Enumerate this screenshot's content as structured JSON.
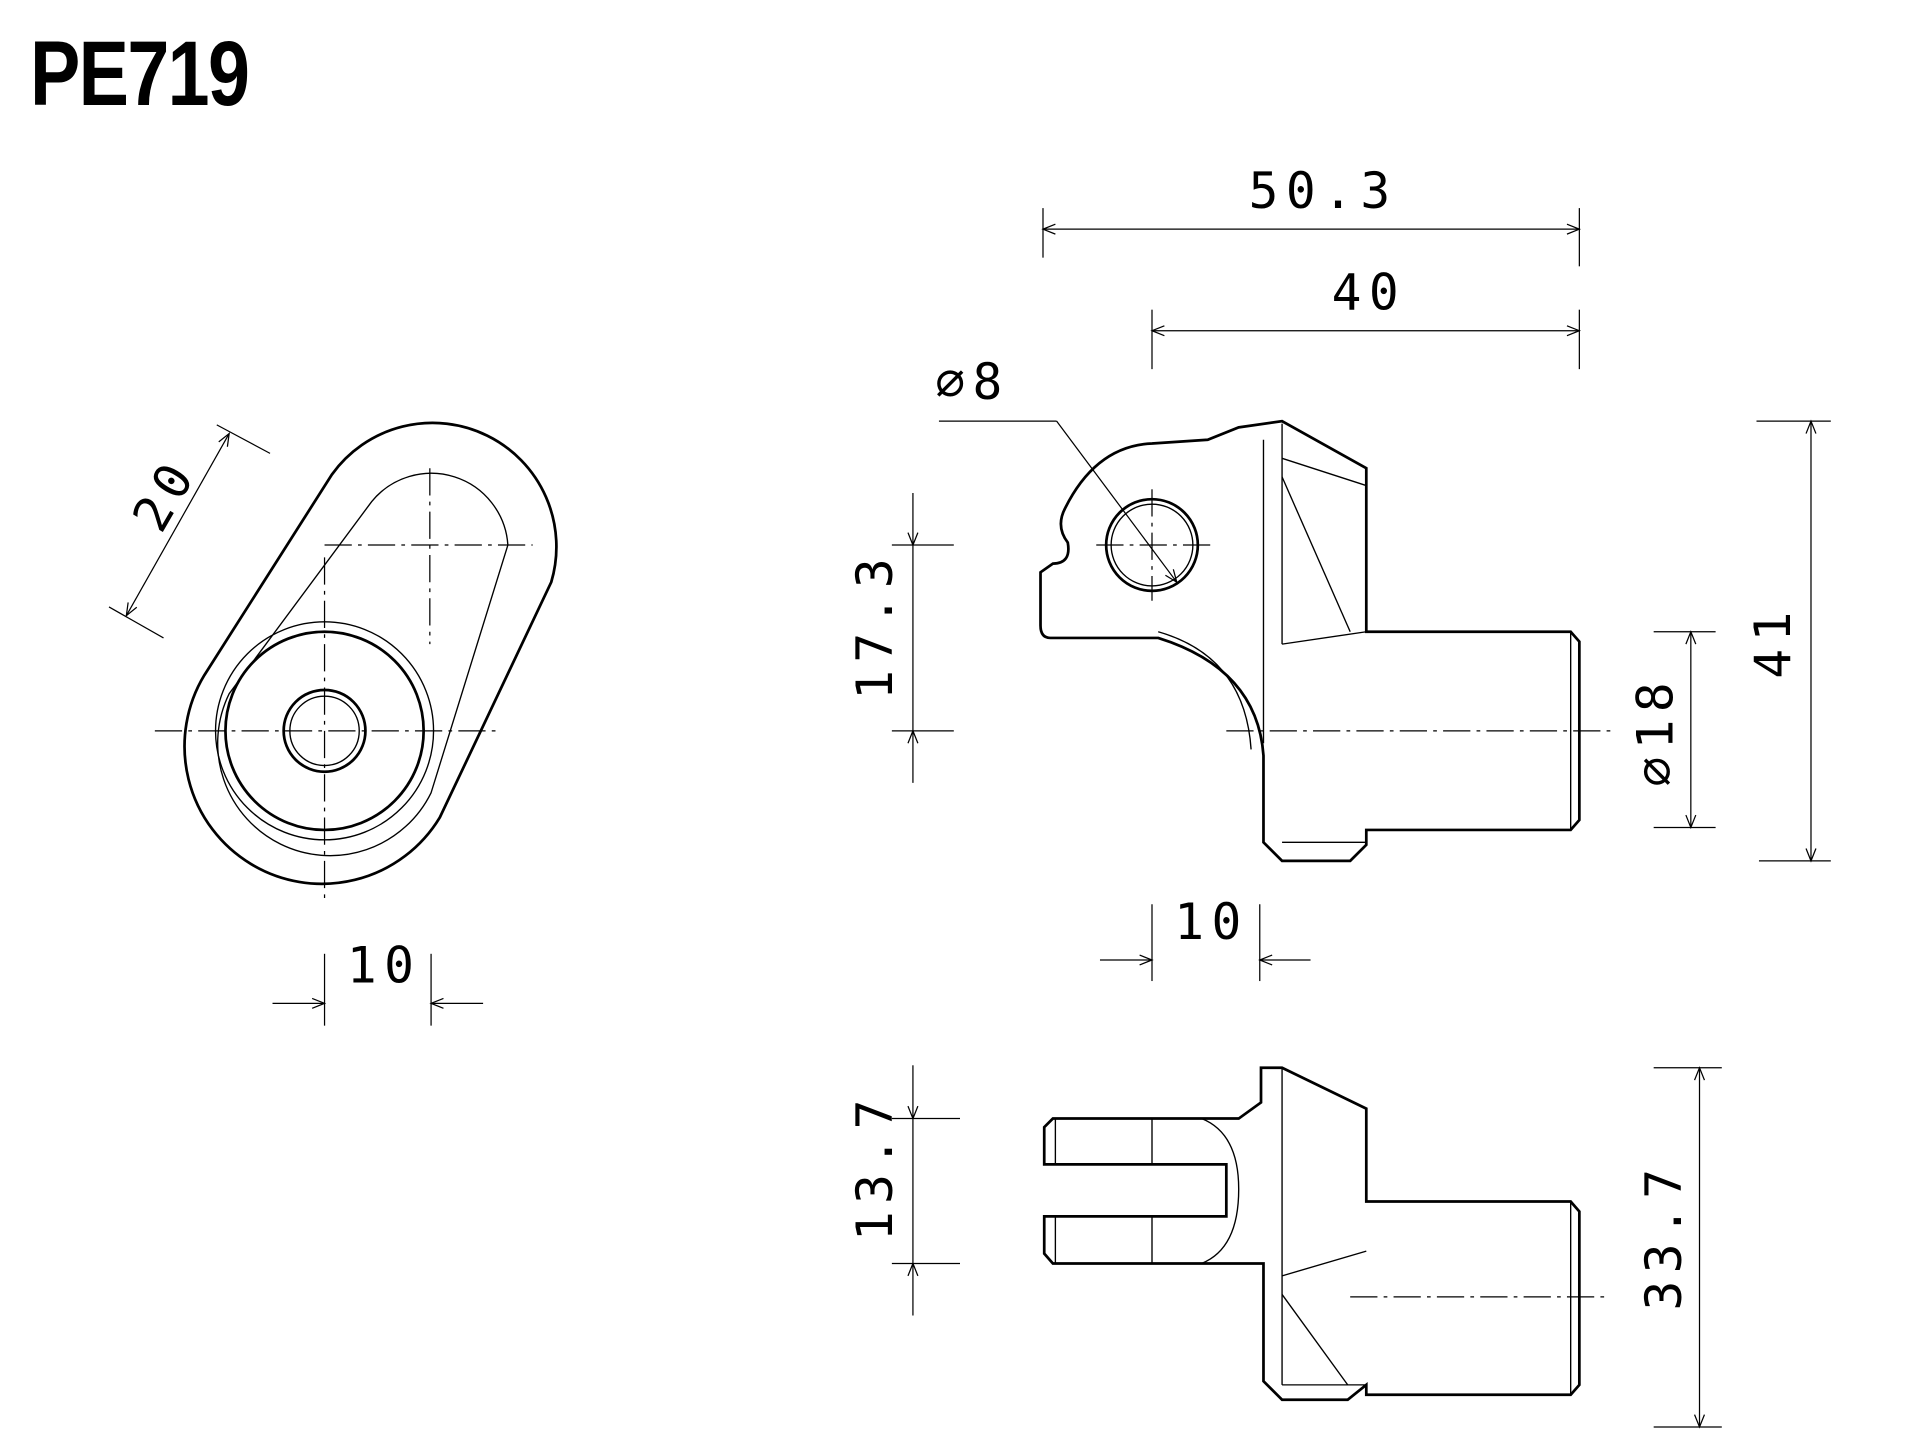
{
  "title": "PE719",
  "dimensions": {
    "slot_length": "20",
    "left_width": "10",
    "overall_length": "50.3",
    "length_40": "40",
    "hole_diameter": "⌀8",
    "hole_height": "17.3",
    "pin_diameter": "⌀18",
    "overall_height": "41",
    "flange_offset": "10",
    "fork_width": "13.7",
    "bottom_height": "33.7"
  }
}
